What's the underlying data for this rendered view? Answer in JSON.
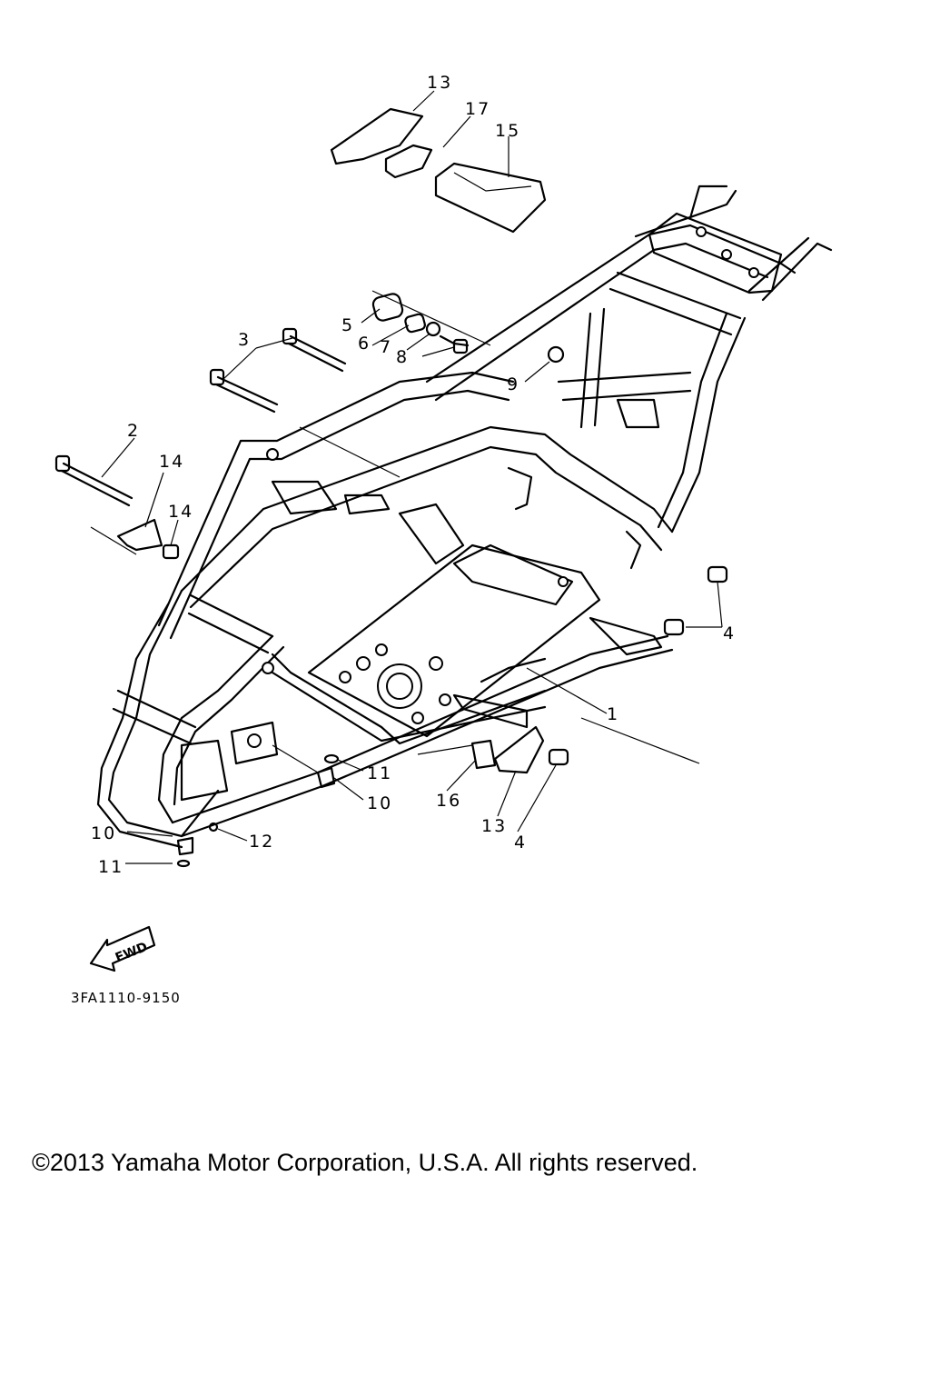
{
  "callouts": [
    {
      "id": "1",
      "label": "1"
    },
    {
      "id": "2",
      "label": "2"
    },
    {
      "id": "3",
      "label": "3"
    },
    {
      "id": "4a",
      "label": "4"
    },
    {
      "id": "4b",
      "label": "4"
    },
    {
      "id": "5",
      "label": "5"
    },
    {
      "id": "6",
      "label": "6"
    },
    {
      "id": "7",
      "label": "7"
    },
    {
      "id": "8",
      "label": "8"
    },
    {
      "id": "9",
      "label": "9"
    },
    {
      "id": "10a",
      "label": "10"
    },
    {
      "id": "10b",
      "label": "10"
    },
    {
      "id": "11a",
      "label": "11"
    },
    {
      "id": "11b",
      "label": "11"
    },
    {
      "id": "12",
      "label": "12"
    },
    {
      "id": "13a",
      "label": "13"
    },
    {
      "id": "13b",
      "label": "13"
    },
    {
      "id": "14a",
      "label": "14"
    },
    {
      "id": "14b",
      "label": "14"
    },
    {
      "id": "15",
      "label": "15"
    },
    {
      "id": "16",
      "label": "16"
    },
    {
      "id": "17",
      "label": "17"
    }
  ],
  "fwd_label": "FWD",
  "drawing_code": "3FA1110-9150",
  "copyright": "©2013 Yamaha Motor Corporation, U.S.A. All rights reserved.",
  "colors": {
    "ink": "#000000",
    "paper": "#ffffff"
  }
}
